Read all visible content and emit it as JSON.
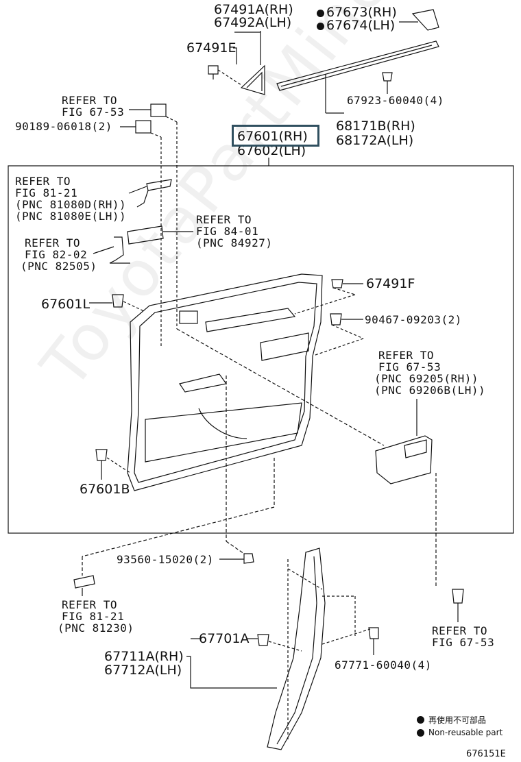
{
  "labels": {
    "p67491A": "67491A(RH)",
    "p67492A": "67492A(LH)",
    "p67491E": "67491E",
    "p67673": "67673(RH)",
    "p67674": "67674(LH)",
    "refer6753a_1": "REFER TO",
    "refer6753a_2": "FIG 67-53",
    "p90189": "90189-06018(2)",
    "p67923": "67923-60040(4)",
    "p68171B": "68171B(RH)",
    "p68172A": "68172A(LH)",
    "p67601": "67601(RH)",
    "p67602": "67602(LH)",
    "refer8121_1": "REFER TO",
    "refer8121_2": "FIG 81-21",
    "refer8121_3": "(PNC 81080D(RH))",
    "refer8121_4": "(PNC 81080E(LH))",
    "refer8401_1": "REFER TO",
    "refer8401_2": "FIG 84-01",
    "refer8401_3": "(PNC 84927)",
    "refer8202_1": "REFER TO",
    "refer8202_2": "FIG 82-02",
    "refer8202_3": "(PNC 82505)",
    "p67491F": "67491F",
    "p67601L": "67601L",
    "p90467": "90467-09203(2)",
    "refer6753b_1": "REFER TO",
    "refer6753b_2": "FIG 67-53",
    "refer6753b_3": "(PNC 69205(RH))",
    "refer6753b_4": "(PNC 69206B(LH))",
    "p67601B": "67601B",
    "p93560": "93560-15020(2)",
    "refer8121b_1": "REFER TO",
    "refer8121b_2": "FIG 81-21",
    "refer8121b_3": "(PNC 81230)",
    "refer6753c_1": "REFER TO",
    "refer6753c_2": "FIG 67-53",
    "p67701A": "67701A",
    "p67711A": "67711A(RH)",
    "p67712A": "67712A(LH)",
    "p67771": "67771-60040(4)",
    "figure_code": "676151E"
  },
  "legend": {
    "jp": "再使用不可部品",
    "en": "Non-reusable part"
  },
  "watermark": "ToyotaPartMine.ru"
}
